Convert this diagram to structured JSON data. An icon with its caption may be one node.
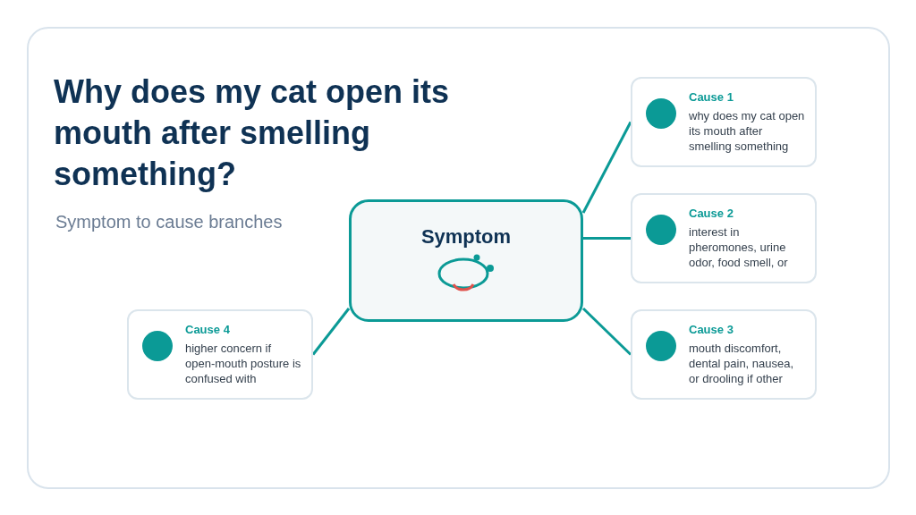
{
  "diagram": {
    "title": "Why does my cat open its mouth after smelling something?",
    "nodes": [
      {
        "text": [
          "Symptom"
        ]
      },
      {
        "text": [
          "Cause 1",
          "why does my cat open its mouth after smelling something"
        ]
      },
      {
        "text": [
          "Cause 2",
          "interest in pheromones, urine odor, food smell, or"
        ]
      },
      {
        "text": [
          "Cause 3",
          "mouth discomfort, dental pain, nausea, or drooling if other"
        ]
      },
      {
        "text": [
          "Cause 4",
          "higher concern if open-mouth posture is confused with"
        ]
      }
    ],
    "edges": [
      {
        "from": 0,
        "to": 1,
        "arrow": "none"
      },
      {
        "from": 0,
        "to": 2,
        "arrow": "none"
      },
      {
        "from": 0,
        "to": 3,
        "arrow": "none"
      },
      {
        "from": 0,
        "to": 4,
        "arrow": "none"
      }
    ],
    "labels": [
      "Symptom to cause branches"
    ]
  }
}
